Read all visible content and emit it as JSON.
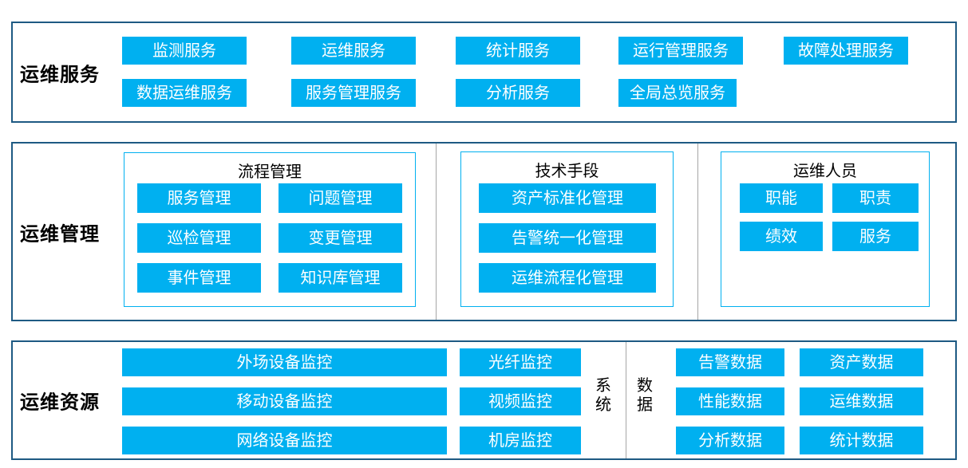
{
  "colors": {
    "accent": "#00b0f0",
    "frame_border": "#1e5a83",
    "panel_border": "#00b0f0",
    "divider": "#a6a6a6",
    "block_text": "#ffffff",
    "label_text": "#000000"
  },
  "services": {
    "label": "运维服务",
    "row1": [
      "监测服务",
      "运维服务",
      "统计服务",
      "运行管理服务",
      "故障处理服务"
    ],
    "row2": [
      "数据运维服务",
      "服务管理服务",
      "分析服务",
      "全局总览服务"
    ]
  },
  "management": {
    "label": "运维管理",
    "panels": [
      {
        "title": "流程管理",
        "items": [
          "服务管理",
          "问题管理",
          "巡检管理",
          "变更管理",
          "事件管理",
          "知识库管理"
        ]
      },
      {
        "title": "技术手段",
        "items": [
          "资产标准化管理",
          "告警统一化管理",
          "运维流程化管理"
        ]
      },
      {
        "title": "运维人员",
        "items": [
          "职能",
          "职责",
          "绩效",
          "服务"
        ]
      }
    ]
  },
  "resources": {
    "label": "运维资源",
    "wide_items": [
      "外场设备监控",
      "移动设备监控",
      "网络设备监控"
    ],
    "narrow_items": [
      "光纤监控",
      "视频监控",
      "机房监控"
    ],
    "system_label": "系统",
    "data_label": "数据",
    "data_col1": [
      "告警数据",
      "性能数据",
      "分析数据"
    ],
    "data_col2": [
      "资产数据",
      "运维数据",
      "统计数据"
    ]
  }
}
